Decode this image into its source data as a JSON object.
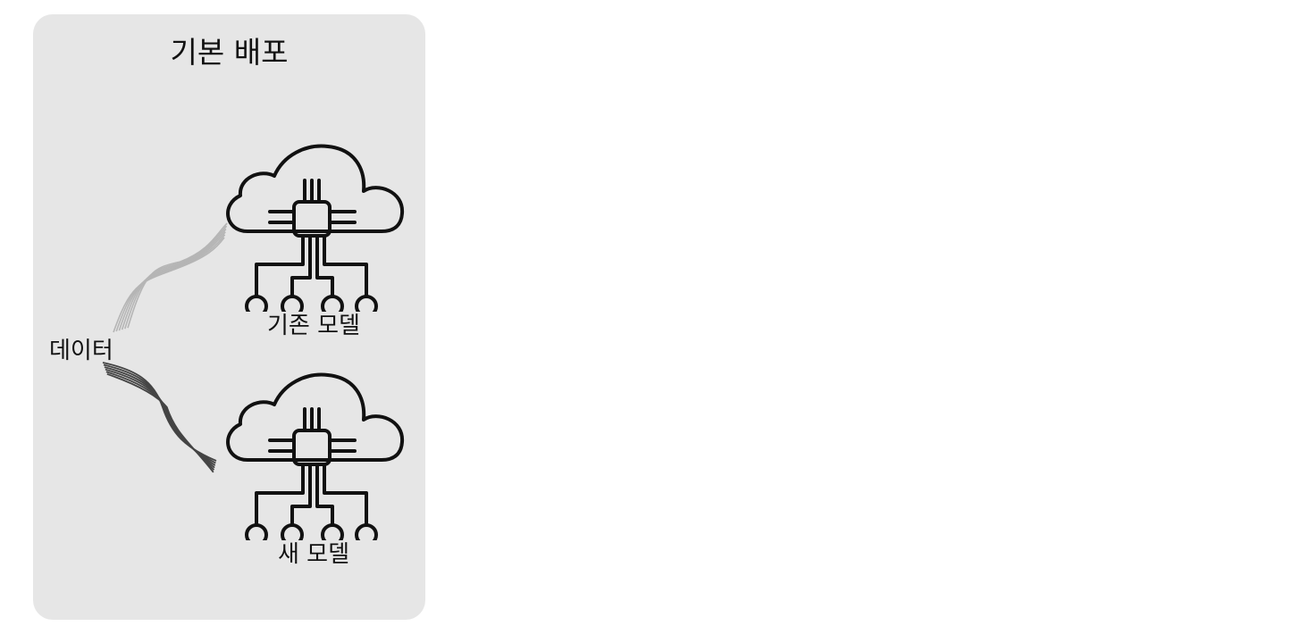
{
  "diagram": {
    "title": "기본 배포",
    "input_label": "데이터",
    "models": [
      {
        "label": "기존 모델",
        "icon": "cloud-chip-icon",
        "flow_color": "#b5b5b5"
      },
      {
        "label": "새 모델",
        "icon": "cloud-chip-icon",
        "flow_color": "#444444"
      }
    ]
  }
}
